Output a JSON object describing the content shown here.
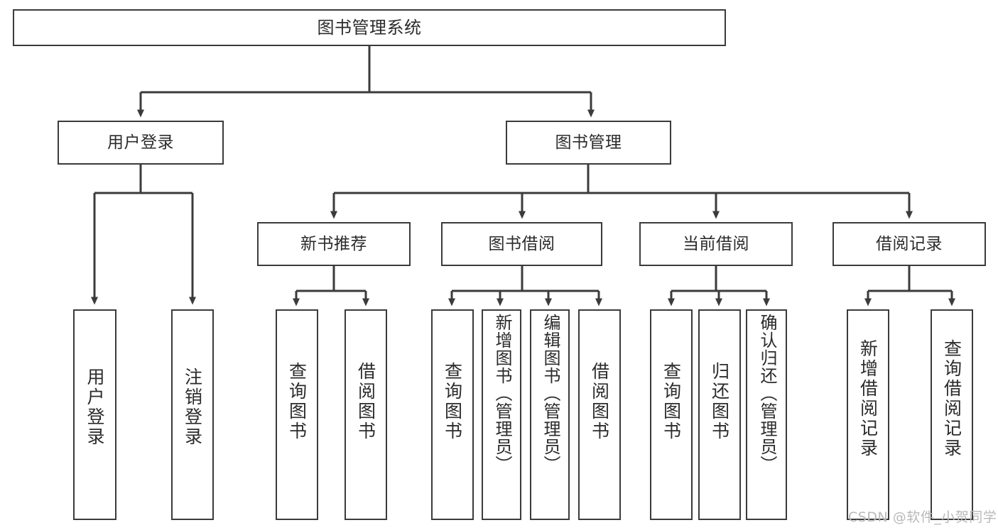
{
  "diagram": {
    "title": "图书管理系统",
    "type": "hierarchy-tree",
    "watermark": "CSDN @软件_小贺同学",
    "colors": {
      "box_border": "#3b3b3b",
      "box_fill": "#ffffff",
      "edge": "#3b3b3b",
      "text": "#2b2b2b",
      "watermark": "#b9b9b9",
      "background": "#ffffff"
    },
    "levels": {
      "level1": [
        {
          "id": "root",
          "label": "图书管理系统"
        }
      ],
      "level2": [
        {
          "id": "user-login",
          "label": "用户登录",
          "parent": "root"
        },
        {
          "id": "book-management",
          "label": "图书管理",
          "parent": "root"
        }
      ],
      "level3": [
        {
          "id": "new-book-recommend",
          "label": "新书推荐",
          "parent": "book-management"
        },
        {
          "id": "book-borrow",
          "label": "图书借阅",
          "parent": "book-management"
        },
        {
          "id": "current-borrow",
          "label": "当前借阅",
          "parent": "book-management"
        },
        {
          "id": "borrow-record",
          "label": "借阅记录",
          "parent": "book-management"
        }
      ],
      "level4": [
        {
          "id": "leaf-user-login",
          "label": "用户登录",
          "parent": "user-login"
        },
        {
          "id": "leaf-logout",
          "label": "注销登录",
          "parent": "user-login"
        },
        {
          "id": "leaf-query-book-1",
          "label": "查询图书",
          "parent": "new-book-recommend"
        },
        {
          "id": "leaf-borrow-book-1",
          "label": "借阅图书",
          "parent": "new-book-recommend"
        },
        {
          "id": "leaf-query-book-2",
          "label": "查询图书",
          "parent": "book-borrow"
        },
        {
          "id": "leaf-add-book",
          "label": "新增图书（管理员）",
          "parent": "book-borrow"
        },
        {
          "id": "leaf-edit-book",
          "label": "编辑图书（管理员）",
          "parent": "book-borrow"
        },
        {
          "id": "leaf-borrow-book-2",
          "label": "借阅图书",
          "parent": "book-borrow"
        },
        {
          "id": "leaf-query-book-3",
          "label": "查询图书",
          "parent": "current-borrow"
        },
        {
          "id": "leaf-return-book",
          "label": "归还图书",
          "parent": "current-borrow"
        },
        {
          "id": "leaf-confirm-return",
          "label": "确认归还（管理员）",
          "parent": "current-borrow"
        },
        {
          "id": "leaf-add-record",
          "label": "新增借阅记录",
          "parent": "borrow-record"
        },
        {
          "id": "leaf-query-record",
          "label": "查询借阅记录",
          "parent": "borrow-record"
        }
      ]
    }
  }
}
